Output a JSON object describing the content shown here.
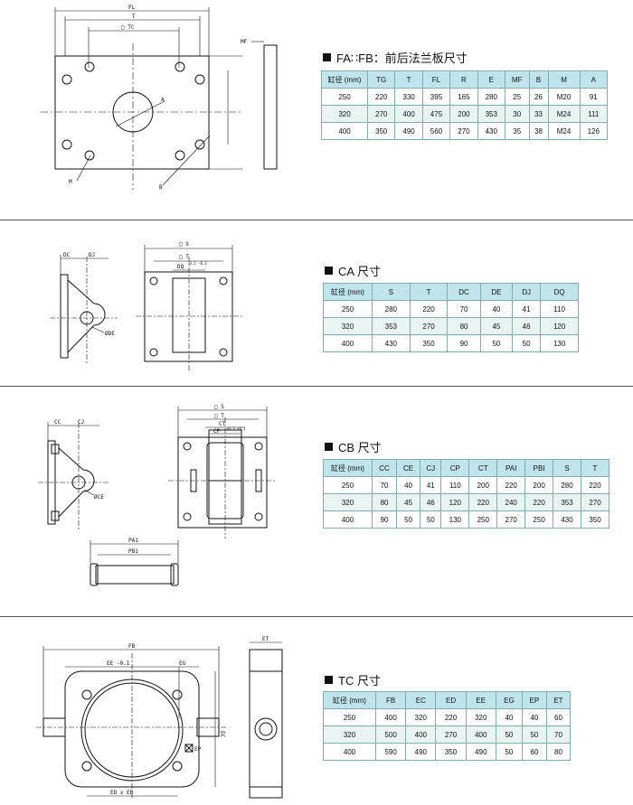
{
  "sections": {
    "fa": {
      "title": "FA∷FB：前后法兰板尺寸",
      "headers": [
        "缸径 (mm)",
        "TG",
        "T",
        "FL",
        "R",
        "E",
        "MF",
        "B",
        "M",
        "A"
      ],
      "rows": [
        [
          "250",
          "220",
          "330",
          "395",
          "165",
          "280",
          "25",
          "26",
          "M20",
          "91"
        ],
        [
          "320",
          "270",
          "400",
          "475",
          "200",
          "353",
          "30",
          "33",
          "M24",
          "111"
        ],
        [
          "400",
          "350",
          "490",
          "560",
          "270",
          "430",
          "35",
          "38",
          "M24",
          "126"
        ]
      ],
      "labels": {
        "fl": "FL",
        "t": "T",
        "tc": "□ TC",
        "a": "A",
        "mf": "MF",
        "m": "M",
        "b": "B"
      }
    },
    "ca": {
      "title": "CA 尺寸",
      "headers": [
        "缸径 (mm)",
        "S",
        "T",
        "DC",
        "DE",
        "DJ",
        "DQ"
      ],
      "rows": [
        [
          "250",
          "280",
          "220",
          "70",
          "40",
          "41",
          "110"
        ],
        [
          "320",
          "353",
          "270",
          "80",
          "45",
          "46",
          "120"
        ],
        [
          "400",
          "430",
          "350",
          "90",
          "50",
          "50",
          "130"
        ]
      ],
      "labels": {
        "dc": "DC",
        "dj": "DJ",
        "s": "□ S",
        "t": "□ T",
        "dq": "DQ",
        "dq_tol": "-0.1 -0.3",
        "de": "ØDE"
      }
    },
    "cb": {
      "title": "CB 尺寸",
      "headers": [
        "缸径 (mm)",
        "CC",
        "CE",
        "CJ",
        "CP",
        "CT",
        "PAI",
        "PBI",
        "S",
        "T"
      ],
      "rows": [
        [
          "250",
          "70",
          "40",
          "41",
          "110",
          "200",
          "220",
          "200",
          "280",
          "220"
        ],
        [
          "320",
          "80",
          "45",
          "46",
          "120",
          "220",
          "240",
          "220",
          "353",
          "270"
        ],
        [
          "400",
          "90",
          "50",
          "50",
          "130",
          "250",
          "270",
          "250",
          "430",
          "350"
        ]
      ],
      "labels": {
        "cc": "CC",
        "cj": "CJ",
        "s": "□ S",
        "t": "□ T",
        "ct": "CT",
        "cp": "CP",
        "cp_tol": "+0.3 +0.1",
        "ce": "ØCE",
        "pai": "PA1",
        "pbi": "PB1"
      }
    },
    "tc": {
      "title": "TC 尺寸",
      "headers": [
        "缸径 (mm)",
        "FB",
        "EC",
        "ED",
        "EE",
        "EG",
        "EP",
        "ET"
      ],
      "rows": [
        [
          "250",
          "400",
          "320",
          "220",
          "320",
          "40",
          "40",
          "60"
        ],
        [
          "320",
          "500",
          "400",
          "270",
          "400",
          "50",
          "50",
          "70"
        ],
        [
          "400",
          "590",
          "490",
          "350",
          "490",
          "50",
          "60",
          "80"
        ]
      ],
      "labels": {
        "fb": "FB",
        "ee": "EE -0.1",
        "ec": "EC",
        "et": "ET",
        "ep": "EP",
        "eg": "EG",
        "ed": "ED x ED"
      }
    }
  }
}
